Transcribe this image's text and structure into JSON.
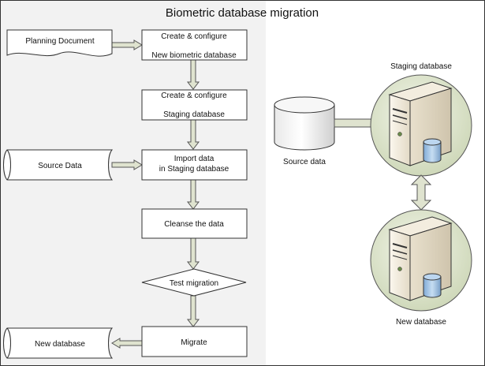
{
  "title": "Biometric database migration",
  "flow": {
    "planning_document": "Planning Document",
    "create_new_db": [
      "Create & configure",
      "New biometric database"
    ],
    "create_staging_db": [
      "Create & configure",
      "Staging database"
    ],
    "source_data": "Source Data",
    "import_data": [
      "Import data",
      "in Staging database"
    ],
    "cleanse": "Cleanse the data",
    "test_migration": "Test migration",
    "migrate": "Migrate",
    "new_database": "New database"
  },
  "illustration": {
    "source_data_label": "Source data",
    "staging_label": "Staging database",
    "new_db_label": "New database"
  },
  "colors": {
    "background": "#ffffff",
    "panel": "#f2f2f2",
    "box_fill": "#ffffff",
    "arrow_fill": "#dfe3cf",
    "server_circle": "#dfe5cf",
    "server_body": "#eee7d8",
    "cylinder_blue": "#9ec3e6"
  }
}
